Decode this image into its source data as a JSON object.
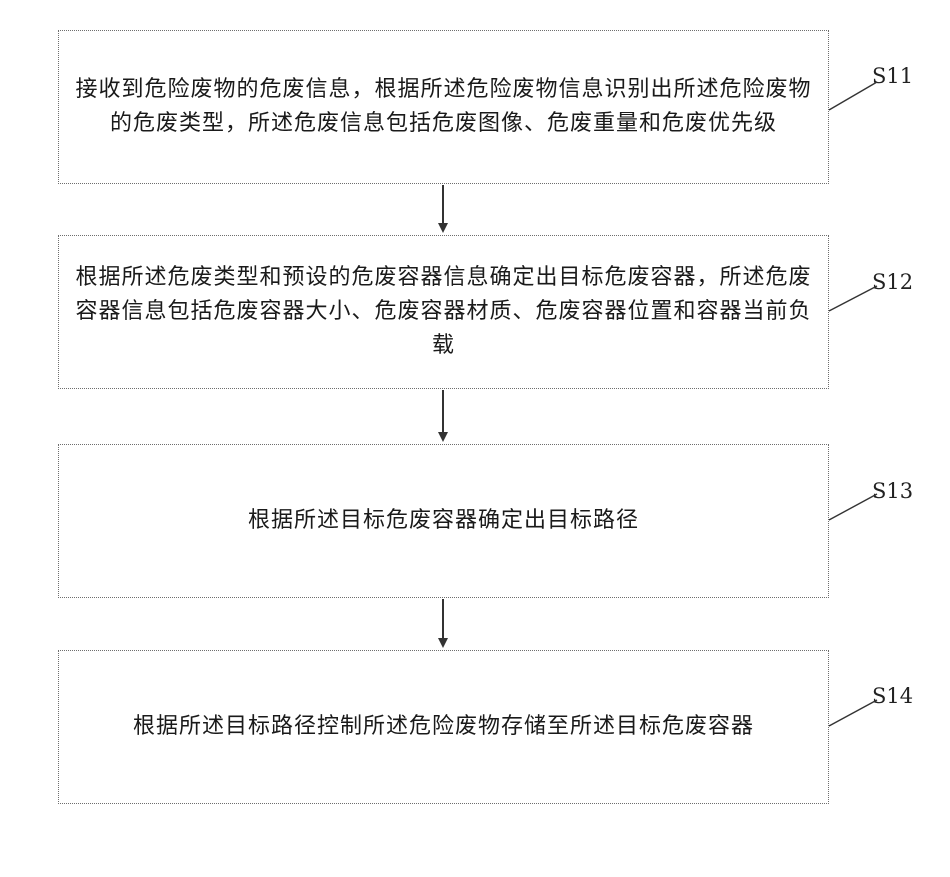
{
  "steps": [
    {
      "id": "S11",
      "label": "S11",
      "text": "接收到危险废物的危废信息，根据所述危险废物信息识别出所述危险废物的危废类型，所述危废信息包括危废图像、危废重量和危废优先级"
    },
    {
      "id": "S12",
      "label": "S12",
      "text": "根据所述危废类型和预设的危废容器信息确定出目标危废容器，所述危废容器信息包括危废容器大小、危废容器材质、危废容器位置和容器当前负载"
    },
    {
      "id": "S13",
      "label": "S13",
      "text": "根据所述目标危废容器确定出目标路径"
    },
    {
      "id": "S14",
      "label": "S14",
      "text": "根据所述目标路径控制所述危险废物存储至所述目标危废容器"
    }
  ],
  "colors": {
    "box_border": "#6e6e6e",
    "arrow": "#333333",
    "text": "#1a1a1a"
  }
}
